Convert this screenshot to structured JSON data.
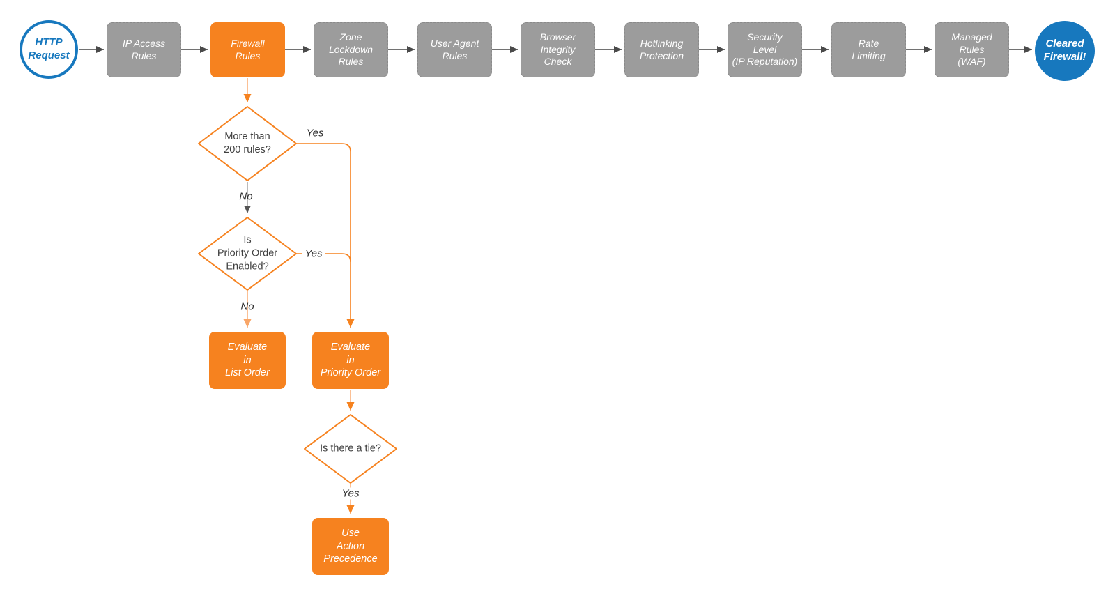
{
  "theme": {
    "orange": "#F6821F",
    "orange-light": "#F9A668",
    "blue": "#1778BE",
    "gray-fill": "#9C9C9C",
    "gray-border": "#8A8A8A",
    "line-gray": "#5E5E5E",
    "line-dark": "#4A4A4A",
    "line-soft": "#A9A9A9",
    "text-dark": "#3F3F3F",
    "bg": "#FFFFFF"
  },
  "flow": {
    "start": {
      "label": "HTTP\nRequest"
    },
    "pipeline": [
      {
        "label": "IP Access\nRules"
      },
      {
        "label": "Firewall\nRules"
      },
      {
        "label": "Zone\nLockdown\nRules"
      },
      {
        "label": "User Agent\nRules"
      },
      {
        "label": "Browser\nIntegrity\nCheck"
      },
      {
        "label": "Hotlinking\nProtection"
      },
      {
        "label": "Security\nLevel\n(IP Reputation)"
      },
      {
        "label": "Rate\nLimiting"
      },
      {
        "label": "Managed\nRules\n(WAF)"
      }
    ],
    "end": {
      "label": "Cleared\nFirewall!"
    },
    "decisions": [
      {
        "label": "More than\n200 rules?"
      },
      {
        "label": "Is\nPriority Order\nEnabled?"
      },
      {
        "label": "Is there a tie?"
      }
    ],
    "actions": [
      {
        "label": "Evaluate\nin\nList Order"
      },
      {
        "label": "Evaluate\nin\nPriority Order"
      },
      {
        "label": "Use\nAction\nPrecedence"
      }
    ],
    "edge_labels": {
      "yes1": "Yes",
      "no1": "No",
      "yes2": "Yes",
      "no2": "No",
      "yes3": "Yes"
    }
  }
}
